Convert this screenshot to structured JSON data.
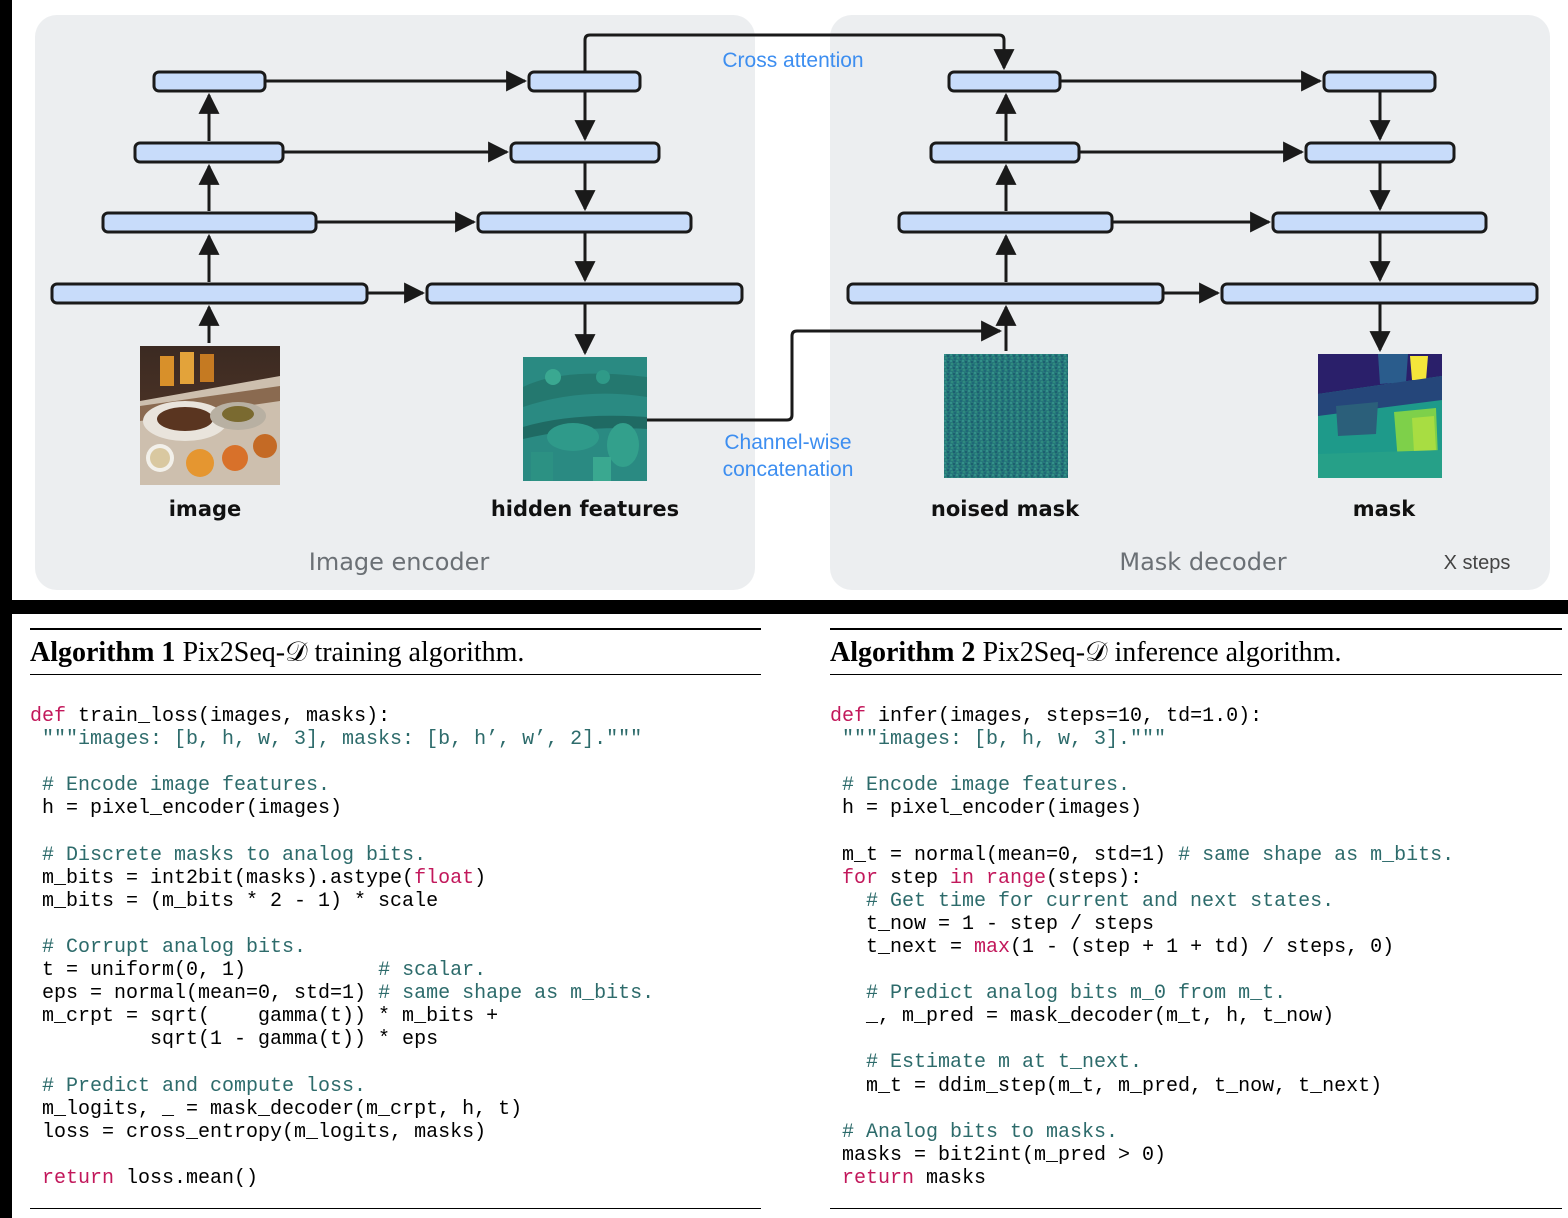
{
  "diagram": {
    "labels": {
      "cross_attention": "Cross attention",
      "channel_concat_line1": "Channel-wise",
      "channel_concat_line2": "concatenation",
      "image": "image",
      "hidden_features": "hidden features",
      "noised_mask": "noised mask",
      "mask": "mask",
      "image_encoder": "Image encoder",
      "mask_decoder": "Mask decoder",
      "x_steps": "X steps"
    },
    "colors": {
      "block_fill": "#c8dcfa",
      "panel_bg": "#eceef0",
      "accent_text": "#3d8ef0",
      "edge": "#1a1a1a"
    }
  },
  "algorithm1": {
    "label": "Algorithm 1",
    "title": "Pix2Seq-𝒟 training algorithm.",
    "code": [
      [
        [
          "kw",
          "def"
        ],
        [
          "t",
          " train_loss(images, masks):"
        ]
      ],
      [
        [
          "cm",
          " \"\"\"images: [b, h, w, 3], masks: [b, h’, w’, 2].\"\"\""
        ]
      ],
      [],
      [
        [
          "cm",
          " # Encode image features."
        ]
      ],
      [
        [
          "t",
          " h = pixel_encoder(images)"
        ]
      ],
      [],
      [
        [
          "cm",
          " # Discrete masks to analog bits."
        ]
      ],
      [
        [
          "t",
          " m_bits = int2bit(masks).astype("
        ],
        [
          "kw",
          "float"
        ],
        [
          "t",
          ")"
        ]
      ],
      [
        [
          "t",
          " m_bits = (m_bits * 2 - 1) * scale"
        ]
      ],
      [],
      [
        [
          "cm",
          " # Corrupt analog bits."
        ]
      ],
      [
        [
          "t",
          " t = uniform(0, 1)           "
        ],
        [
          "cm",
          "# scalar."
        ]
      ],
      [
        [
          "t",
          " eps = normal(mean=0, std=1) "
        ],
        [
          "cm",
          "# same shape as m_bits."
        ]
      ],
      [
        [
          "t",
          " m_crpt = sqrt(    gamma(t)) * m_bits +"
        ]
      ],
      [
        [
          "t",
          "          sqrt(1 - gamma(t)) * eps"
        ]
      ],
      [],
      [
        [
          "cm",
          " # Predict and compute loss."
        ]
      ],
      [
        [
          "t",
          " m_logits, _ = mask_decoder(m_crpt, h, t)"
        ]
      ],
      [
        [
          "t",
          " loss = cross_entropy(m_logits, masks)"
        ]
      ],
      [],
      [
        [
          "kw",
          " return"
        ],
        [
          "t",
          " loss.mean()"
        ]
      ]
    ]
  },
  "algorithm2": {
    "label": "Algorithm 2",
    "title": "Pix2Seq-𝒟 inference algorithm.",
    "code": [
      [
        [
          "kw",
          "def"
        ],
        [
          "t",
          " infer(images, steps=10, td=1.0):"
        ]
      ],
      [
        [
          "cm",
          " \"\"\"images: [b, h, w, 3].\"\"\""
        ]
      ],
      [],
      [
        [
          "cm",
          " # Encode image features."
        ]
      ],
      [
        [
          "t",
          " h = pixel_encoder(images)"
        ]
      ],
      [],
      [
        [
          "t",
          " m_t = normal(mean=0, std=1) "
        ],
        [
          "cm",
          "# same shape as m_bits."
        ]
      ],
      [
        [
          "kw",
          " for"
        ],
        [
          "t",
          " step "
        ],
        [
          "kw",
          "in range"
        ],
        [
          "t",
          "(steps):"
        ]
      ],
      [
        [
          "cm",
          "   # Get time for current and next states."
        ]
      ],
      [
        [
          "t",
          "   t_now = 1 - step / steps"
        ]
      ],
      [
        [
          "t",
          "   t_next = "
        ],
        [
          "kw",
          "max"
        ],
        [
          "t",
          "(1 - (step + 1 + td) / steps, 0)"
        ]
      ],
      [],
      [
        [
          "cm",
          "   # Predict analog bits m_0 from m_t."
        ]
      ],
      [
        [
          "t",
          "   _, m_pred = mask_decoder(m_t, h, t_now)"
        ]
      ],
      [],
      [
        [
          "cm",
          "   # Estimate m at t_next."
        ]
      ],
      [
        [
          "t",
          "   m_t = ddim_step(m_t, m_pred, t_now, t_next)"
        ]
      ],
      [],
      [
        [
          "cm",
          " # Analog bits to masks."
        ]
      ],
      [
        [
          "t",
          " masks = bit2int(m_pred > 0)"
        ]
      ],
      [
        [
          "kw",
          " return"
        ],
        [
          "t",
          " masks"
        ]
      ]
    ]
  }
}
